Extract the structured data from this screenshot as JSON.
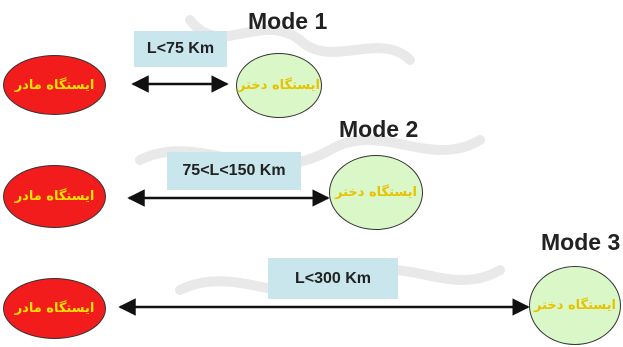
{
  "colors": {
    "mother_fill": "#f21c1c",
    "mother_text": "#ffe400",
    "daughter_fill": "#d9f7c7",
    "daughter_text": "#e8c200",
    "label_bg": "#c8e6ec",
    "arrow": "#111111"
  },
  "rows": [
    {
      "mode": "Mode 1",
      "distance": "L<75 Km",
      "mother": "ایستگاه مادر",
      "daughter": "ایستگاه دختر"
    },
    {
      "mode": "Mode 2",
      "distance": "75<L<150 Km",
      "mother": "ایستگاه مادر",
      "daughter": "ایستگاه دختر"
    },
    {
      "mode": "Mode 3",
      "distance": "L<300 Km",
      "mother": "ایستگاه مادر",
      "daughter": "ایستگاه دختر"
    }
  ]
}
